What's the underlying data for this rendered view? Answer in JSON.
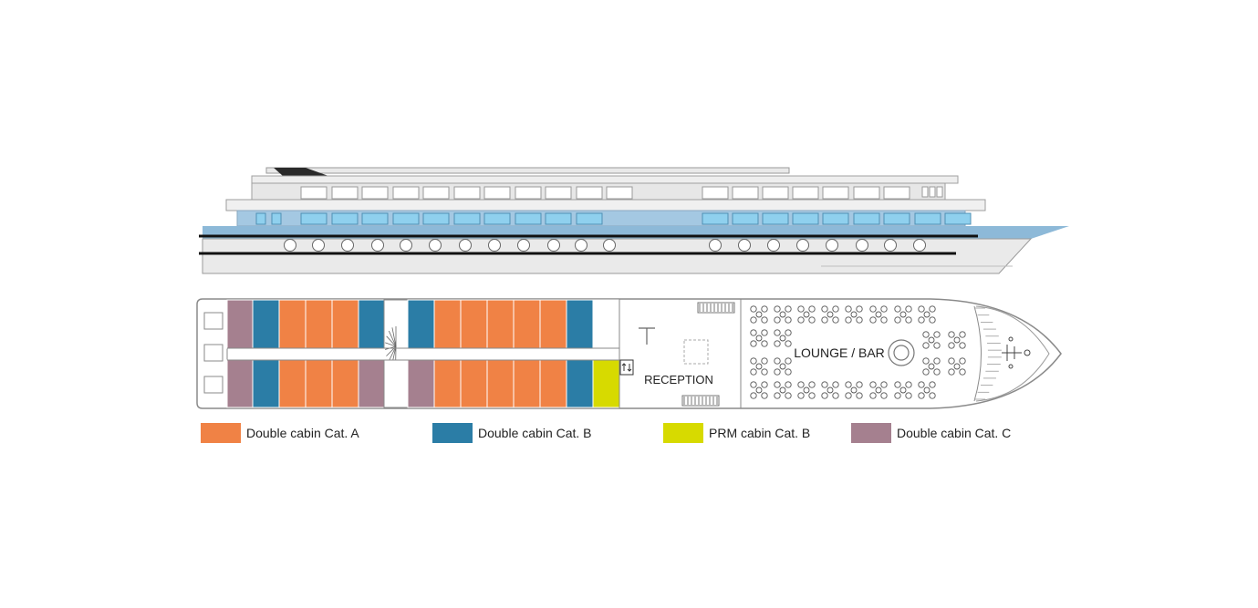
{
  "colors": {
    "cat_a": "#f08245",
    "cat_b": "#2b7da6",
    "prm_b": "#d7da00",
    "cat_c": "#a5808f",
    "hull_blue": "#8db9d8",
    "window_blue": "#8fd0ee",
    "deck_outline": "#8a8a8a"
  },
  "deck_plan": {
    "reception_label": "RECEPTION",
    "lounge_label": "LOUNGE / BAR"
  },
  "legend": [
    {
      "key": "cat_a",
      "label": "Double cabin Cat. A",
      "color": "#f08245"
    },
    {
      "key": "cat_b",
      "label": "Double cabin Cat. B",
      "color": "#2b7da6"
    },
    {
      "key": "prm_b",
      "label": "PRM cabin Cat. B",
      "color": "#d7da00"
    },
    {
      "key": "cat_c",
      "label": "Double cabin Cat. C",
      "color": "#a5808f"
    }
  ],
  "cabins": {
    "top_row": [
      "cat_c",
      "cat_b",
      "cat_a",
      "cat_a",
      "cat_a",
      "cat_b",
      "stair",
      "cat_b",
      "cat_a",
      "cat_a",
      "cat_a",
      "cat_a",
      "cat_a",
      "cat_b",
      "blank"
    ],
    "bottom_row": [
      "cat_c",
      "cat_b",
      "cat_a",
      "cat_a",
      "cat_a",
      "cat_c",
      "corridor",
      "cat_c",
      "cat_a",
      "cat_a",
      "cat_a",
      "cat_a",
      "cat_a",
      "cat_b",
      "prm_b"
    ]
  }
}
